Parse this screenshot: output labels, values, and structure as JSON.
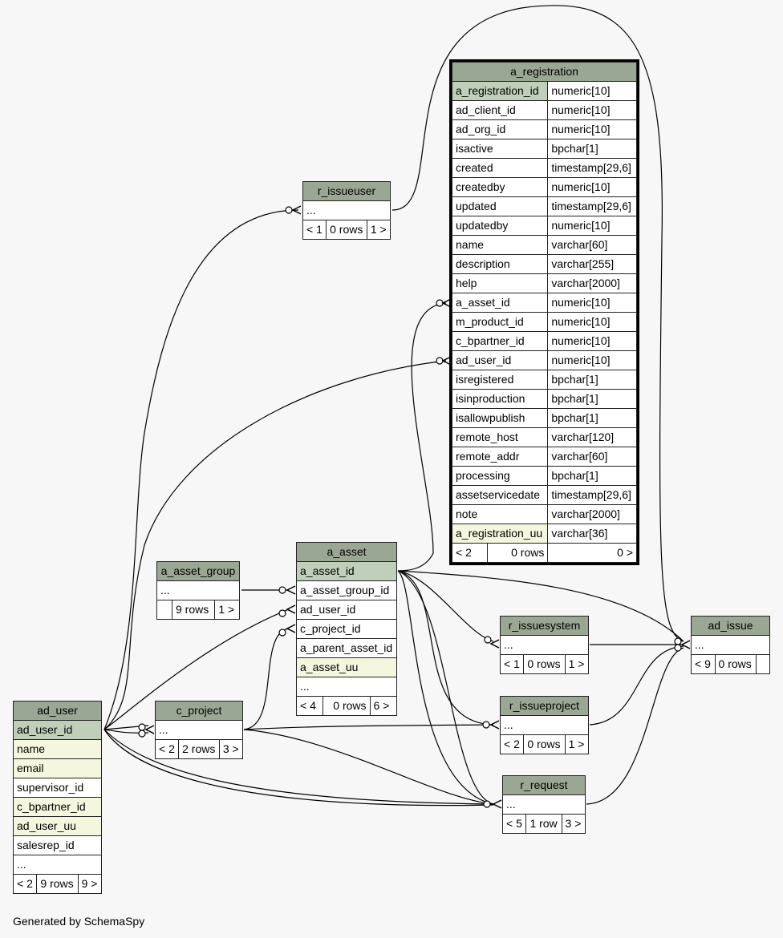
{
  "footer": "Generated by SchemaSpy",
  "tables": {
    "a_registration": {
      "name": "a_registration",
      "columns": [
        {
          "name": "a_registration_id",
          "type": "numeric[10]"
        },
        {
          "name": "ad_client_id",
          "type": "numeric[10]"
        },
        {
          "name": "ad_org_id",
          "type": "numeric[10]"
        },
        {
          "name": "isactive",
          "type": "bpchar[1]"
        },
        {
          "name": "created",
          "type": "timestamp[29,6]"
        },
        {
          "name": "createdby",
          "type": "numeric[10]"
        },
        {
          "name": "updated",
          "type": "timestamp[29,6]"
        },
        {
          "name": "updatedby",
          "type": "numeric[10]"
        },
        {
          "name": "name",
          "type": "varchar[60]"
        },
        {
          "name": "description",
          "type": "varchar[255]"
        },
        {
          "name": "help",
          "type": "varchar[2000]"
        },
        {
          "name": "a_asset_id",
          "type": "numeric[10]"
        },
        {
          "name": "m_product_id",
          "type": "numeric[10]"
        },
        {
          "name": "c_bpartner_id",
          "type": "numeric[10]"
        },
        {
          "name": "ad_user_id",
          "type": "numeric[10]"
        },
        {
          "name": "isregistered",
          "type": "bpchar[1]"
        },
        {
          "name": "isinproduction",
          "type": "bpchar[1]"
        },
        {
          "name": "isallowpublish",
          "type": "bpchar[1]"
        },
        {
          "name": "remote_host",
          "type": "varchar[120]"
        },
        {
          "name": "remote_addr",
          "type": "varchar[60]"
        },
        {
          "name": "processing",
          "type": "bpchar[1]"
        },
        {
          "name": "assetservicedate",
          "type": "timestamp[29,6]"
        },
        {
          "name": "note",
          "type": "varchar[2000]"
        },
        {
          "name": "a_registration_uu",
          "type": "varchar[36]"
        }
      ],
      "footer": {
        "parents": "< 2",
        "rows": "0 rows",
        "children": "0 >"
      }
    },
    "r_issueuser": {
      "name": "r_issueuser",
      "columns": [
        "..."
      ],
      "footer": {
        "parents": "< 1",
        "rows": "0 rows",
        "children": "1 >"
      }
    },
    "a_asset_group": {
      "name": "a_asset_group",
      "columns": [
        "..."
      ],
      "footer": {
        "parents": "",
        "rows": "9 rows",
        "children": "1 >"
      }
    },
    "a_asset": {
      "name": "a_asset",
      "columns": [
        "a_asset_id",
        "a_asset_group_id",
        "ad_user_id",
        "c_project_id",
        "a_parent_asset_id",
        "a_asset_uu",
        "..."
      ],
      "footer": {
        "parents": "< 4",
        "rows": "0 rows",
        "children": "6 >"
      }
    },
    "r_issuesystem": {
      "name": "r_issuesystem",
      "columns": [
        "..."
      ],
      "footer": {
        "parents": "< 1",
        "rows": "0 rows",
        "children": "1 >"
      }
    },
    "ad_issue": {
      "name": "ad_issue",
      "columns": [
        "..."
      ],
      "footer": {
        "parents": "< 9",
        "rows": "0 rows",
        "children": ""
      }
    },
    "ad_user": {
      "name": "ad_user",
      "columns": [
        "ad_user_id",
        "name",
        "email",
        "supervisor_id",
        "c_bpartner_id",
        "ad_user_uu",
        "salesrep_id",
        "..."
      ],
      "footer": {
        "parents": "< 2",
        "rows": "9 rows",
        "children": "9 >"
      }
    },
    "c_project": {
      "name": "c_project",
      "columns": [
        "..."
      ],
      "footer": {
        "parents": "< 2",
        "rows": "2 rows",
        "children": "3 >"
      }
    },
    "r_issueproject": {
      "name": "r_issueproject",
      "columns": [
        "..."
      ],
      "footer": {
        "parents": "< 2",
        "rows": "0 rows",
        "children": "1 >"
      }
    },
    "r_request": {
      "name": "r_request",
      "columns": [
        "..."
      ],
      "footer": {
        "parents": "< 5",
        "rows": "1 row",
        "children": "3 >"
      }
    }
  },
  "colors": {
    "header": "#9aa792",
    "primary_key": "#bfcfba",
    "indexed": "#f4f7de",
    "background": "#f7f7f7"
  }
}
